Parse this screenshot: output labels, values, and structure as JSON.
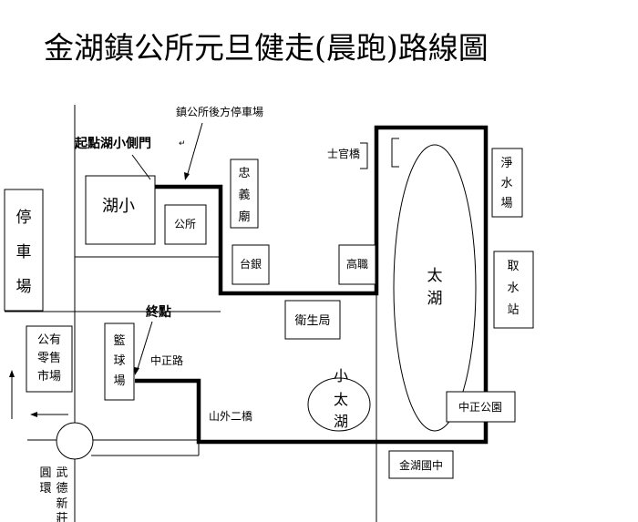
{
  "title": "金湖鎮公所元旦健走(晨跑)路線圖",
  "labels": {
    "start_point": "起點湖小側門",
    "end_point": "終點",
    "rear_parking": "鎮公所後方停車場",
    "shiguan_bridge": "士官橋",
    "zhongshan_road": "中正路",
    "shanwai_bridge2": "山外二橋",
    "yuanhuan": "圓環",
    "wude_xinzhuang": "武德新莊"
  },
  "buildings": {
    "huxiao": "湖小",
    "town_office": "公所",
    "zhongyi_temple": "忠義廟",
    "taiwan_bank": "台銀",
    "vocational_school": "高職",
    "health_bureau": "衛生局",
    "parking": "停車場",
    "public_retail_market": "公有零售市場",
    "basketball_court": "籃球場",
    "water_plant": "淨水場",
    "water_intake": "取水站",
    "zhongzheng_park": "中正公園",
    "jinhu_junior_high": "金湖國中"
  },
  "lakes": {
    "tai_lake": "太湖",
    "small_tai_lake": "小太湖"
  }
}
